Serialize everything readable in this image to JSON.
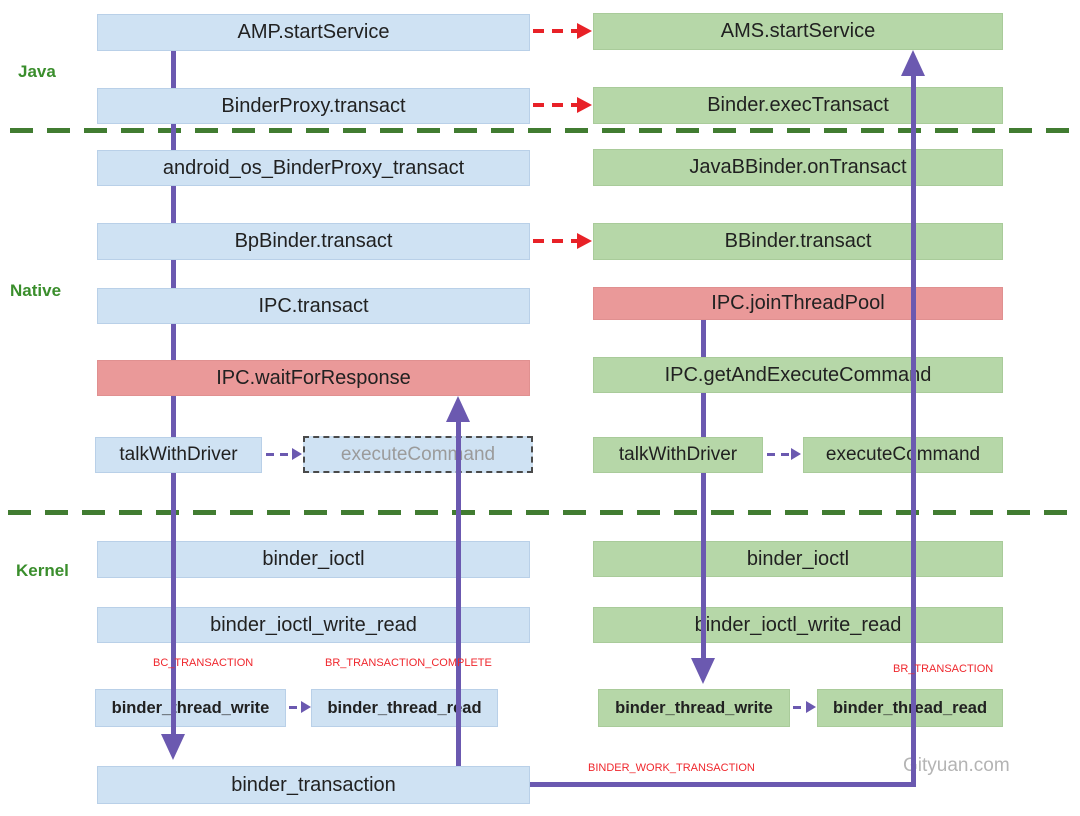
{
  "layers": {
    "java": "Java",
    "native": "Native",
    "kernel": "Kernel"
  },
  "nodes": {
    "amp": "AMP.startService",
    "binderproxy": "BinderProxy.transact",
    "android_os": "android_os_BinderProxy_transact",
    "bpbinder": "BpBinder.transact",
    "ipc_transact": "IPC.transact",
    "ipc_wait": "IPC.waitForResponse",
    "talk_client": "talkWithDriver",
    "exec_client": "executeCommand",
    "ioctl_client": "binder_ioctl",
    "ioctl_wr_client": "binder_ioctl_write_read",
    "thread_write_client": "binder_thread_write",
    "thread_read_client": "binder_thread_read",
    "transaction": "binder_transaction",
    "ams": "AMS.startService",
    "exec_transact": "Binder.execTransact",
    "javabbinder": "JavaBBinder.onTransact",
    "bbinder": "BBinder.transact",
    "join_pool": "IPC.joinThreadPool",
    "get_exec": "IPC.getAndExecuteCommand",
    "talk_server": "talkWithDriver",
    "exec_server": "executeCommand",
    "ioctl_server": "binder_ioctl",
    "ioctl_wr_server": "binder_ioctl_write_read",
    "thread_write_server": "binder_thread_write",
    "thread_read_server": "binder_thread_read"
  },
  "flow_labels": {
    "bc_transaction": "BC_TRANSACTION",
    "br_transaction_complete": "BR_TRANSACTION_COMPLETE",
    "br_transaction": "BR_TRANSACTION",
    "binder_work_transaction": "BINDER_WORK_TRANSACTION"
  },
  "watermark": "Gityuan.com",
  "colors": {
    "client_box": "#cfe2f3",
    "server_box": "#b6d7a8",
    "blocking_box": "#ea9999",
    "flow_line_purple": "#6b59b0",
    "layer_green": "#3a8e2c",
    "arrow_red": "#e82127"
  }
}
